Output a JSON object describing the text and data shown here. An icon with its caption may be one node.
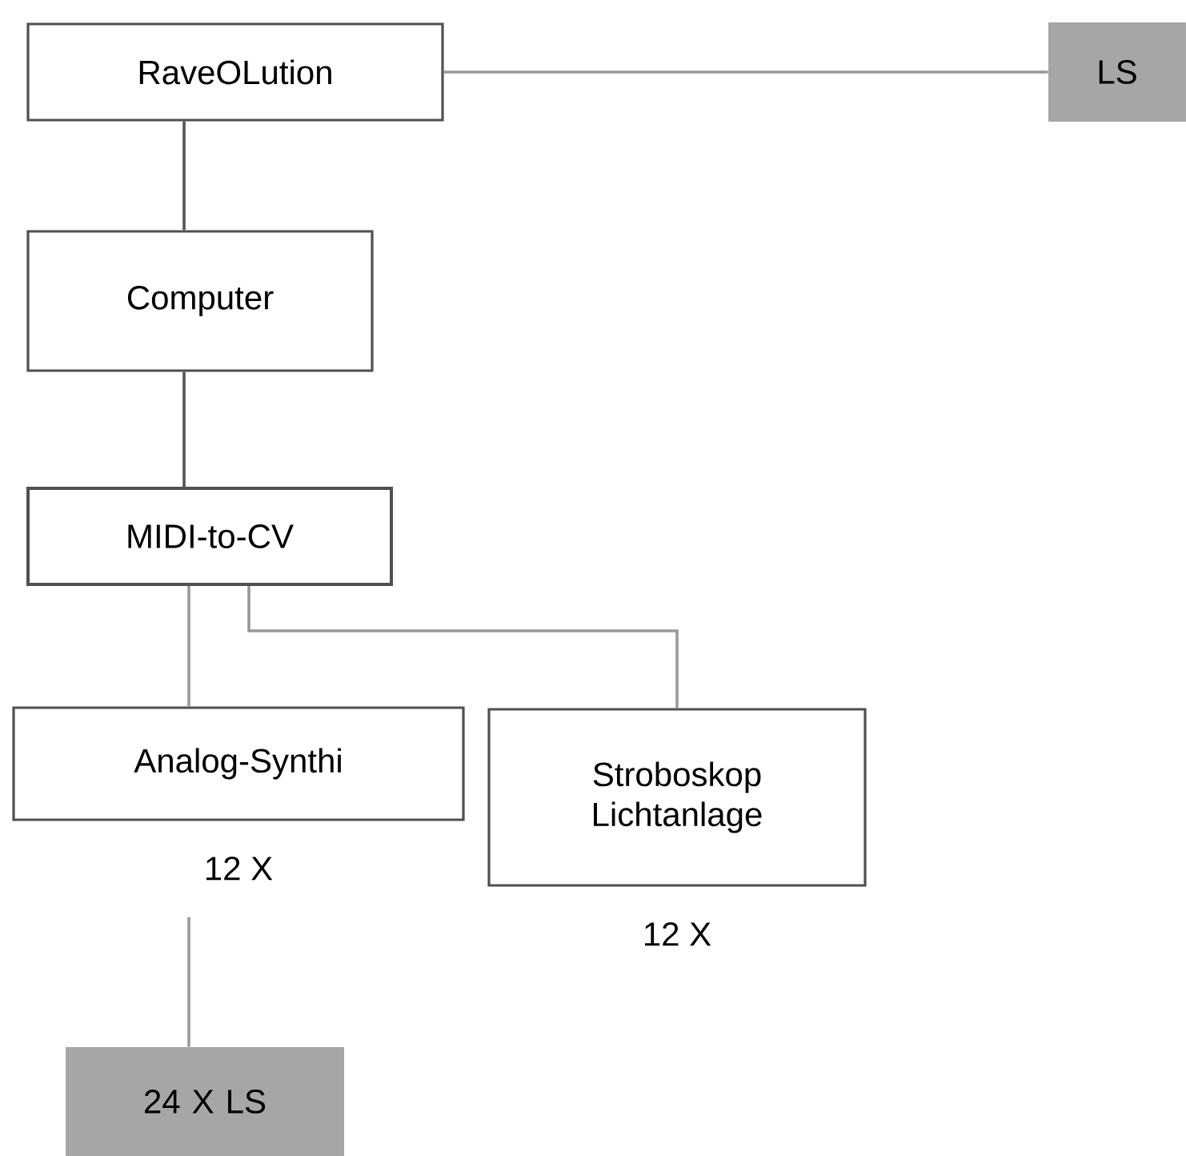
{
  "diagram": {
    "nodes": [
      {
        "text": [
          "RaveOLution"
        ]
      },
      {
        "text": [
          "LS"
        ]
      },
      {
        "text": [
          "Computer"
        ]
      },
      {
        "text": [
          "MIDI-to-CV"
        ]
      },
      {
        "text": [
          "Analog-Synthi"
        ],
        "beside": [
          "12 X"
        ]
      },
      {
        "text": [
          "Stroboskop Lichtanlage"
        ],
        "beside": [
          "12 X"
        ]
      },
      {
        "text": [
          "24 X LS"
        ]
      }
    ],
    "edges": [
      {
        "from": 0,
        "to": 1,
        "arrow": "none"
      },
      {
        "from": 0,
        "to": 2,
        "arrow": "none",
        "color": "#555555"
      },
      {
        "from": 2,
        "to": 3,
        "arrow": "none",
        "color": "#555555"
      },
      {
        "from": 3,
        "to": 4,
        "arrow": "none"
      },
      {
        "from": 3,
        "to": 5,
        "arrow": "none"
      },
      {
        "from": 4,
        "to": 6,
        "arrow": "none"
      }
    ]
  }
}
